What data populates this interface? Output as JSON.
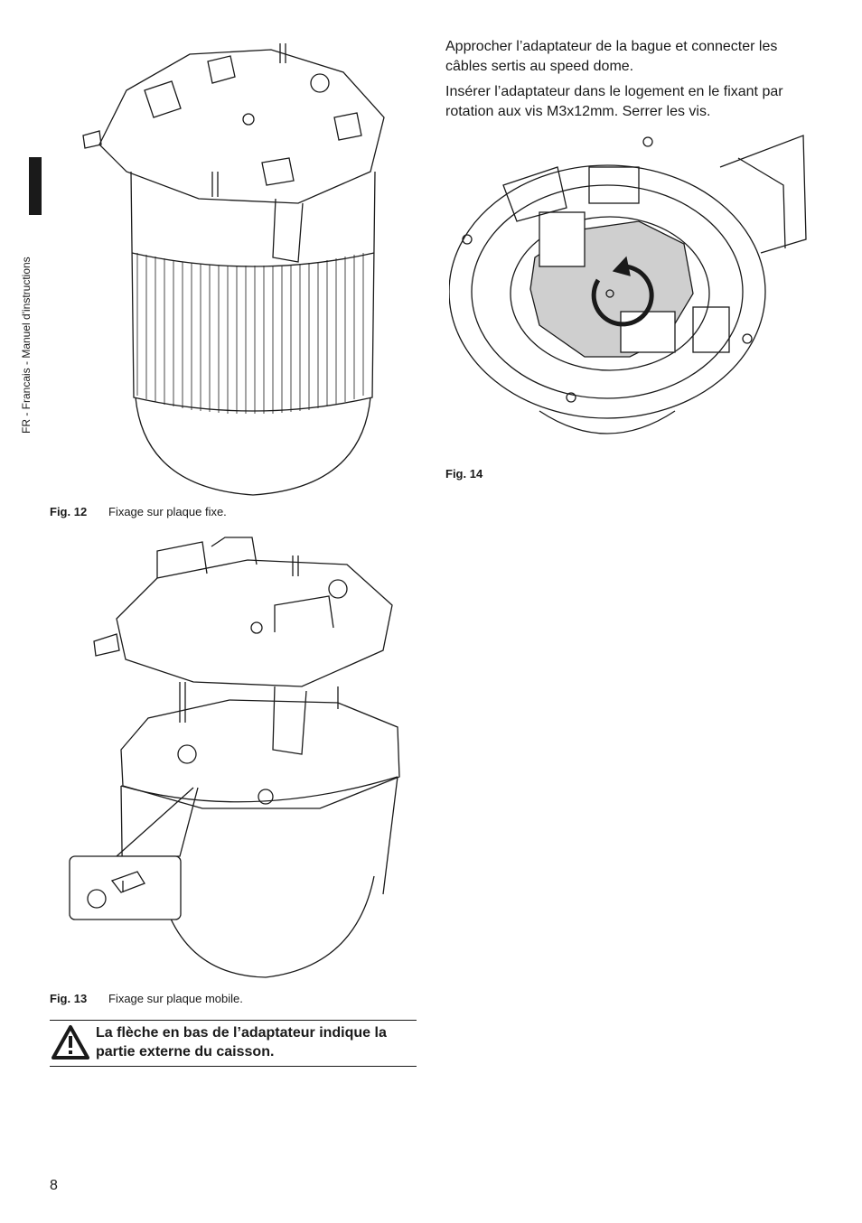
{
  "sidebar": {
    "text": "FR - Francais - Manuel d'instructions"
  },
  "figures": {
    "fig12": {
      "number": "Fig. 12",
      "caption": "Fixage sur plaque fixe."
    },
    "fig13": {
      "number": "Fig. 13",
      "caption": "Fixage sur plaque mobile."
    },
    "fig14": {
      "number": "Fig. 14"
    }
  },
  "paragraphs": [
    "Approcher l’adaptateur de la bague et connecter les câbles sertis au speed dome.",
    "Insérer l’adaptateur dans le logement en le fixant par rotation aux vis M3x12mm. Serrer les vis."
  ],
  "warning": {
    "icon": "warning-triangle-icon",
    "text": "La flèche en bas de l’adaptateur indique la partie externe du caisson."
  },
  "page": {
    "number": "8"
  }
}
